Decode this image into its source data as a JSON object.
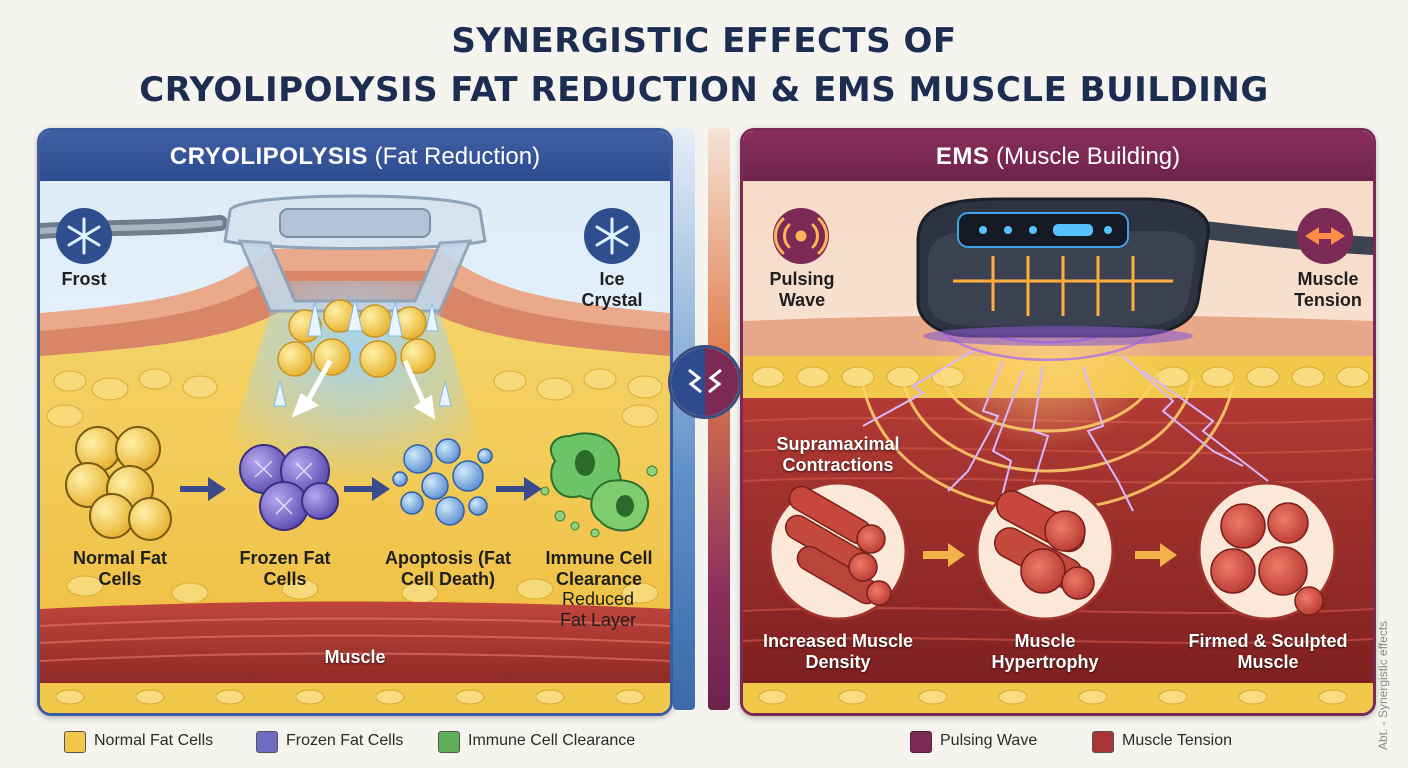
{
  "title": {
    "line1": "SYNERGISTIC EFFECTS OF",
    "line2": "CRYOLIPOLYSIS FAT REDUCTION & EMS MUSCLE BUILDING"
  },
  "left_panel": {
    "heading_bold": "CRYOLIPOLYSIS",
    "heading_rest": " (Fat Reduction)",
    "icons": [
      {
        "name": "snowflake-icon",
        "label": "Frost"
      },
      {
        "name": "snowflake-icon",
        "label": "Ice Crystal"
      }
    ],
    "stages": [
      {
        "label": "Normal Fat Cells"
      },
      {
        "label": "Frozen Fat Cells"
      },
      {
        "label": "Apoptosis (Fat Cell Death)"
      },
      {
        "label": "Immune Cell Clearance"
      }
    ],
    "reduced_label": "Reduced Fat Layer",
    "muscle_label": "Muscle",
    "colors": {
      "accent": "#2e4b8f",
      "fat": "#f2c84b",
      "frozen": "#6a5bb8",
      "immune": "#4aa04a"
    }
  },
  "right_panel": {
    "heading_bold": "EMS",
    "heading_rest": " (Muscle Building)",
    "icons": [
      {
        "name": "pulsing-wave-icon",
        "label": "Pulsing Wave"
      },
      {
        "name": "muscle-tension-icon",
        "label": "Muscle Tension"
      }
    ],
    "contractions_label": "Supramaximal Contractions",
    "stages": [
      {
        "label": "Increased Muscle Density"
      },
      {
        "label": "Muscle Hypertrophy"
      },
      {
        "label": "Firmed & Sculpted Muscle"
      }
    ],
    "colors": {
      "accent": "#7b2a56",
      "muscle": "#9e2a2a"
    }
  },
  "legend_left": [
    {
      "label": "Normal Fat Cells",
      "color": "#f2c84b"
    },
    {
      "label": "Frozen Fat Cells",
      "color": "#6f6cc4"
    },
    {
      "label": "Immune Cell Clearance",
      "color": "#5fae5a"
    }
  ],
  "legend_right": [
    {
      "label": "Pulsing Wave",
      "color": "#7b2a56",
      "icon": "pulsing-wave-icon"
    },
    {
      "label": "Muscle Tension",
      "color": "#a8343a"
    }
  ],
  "footer_note": "Abt. - Synergistic effects"
}
